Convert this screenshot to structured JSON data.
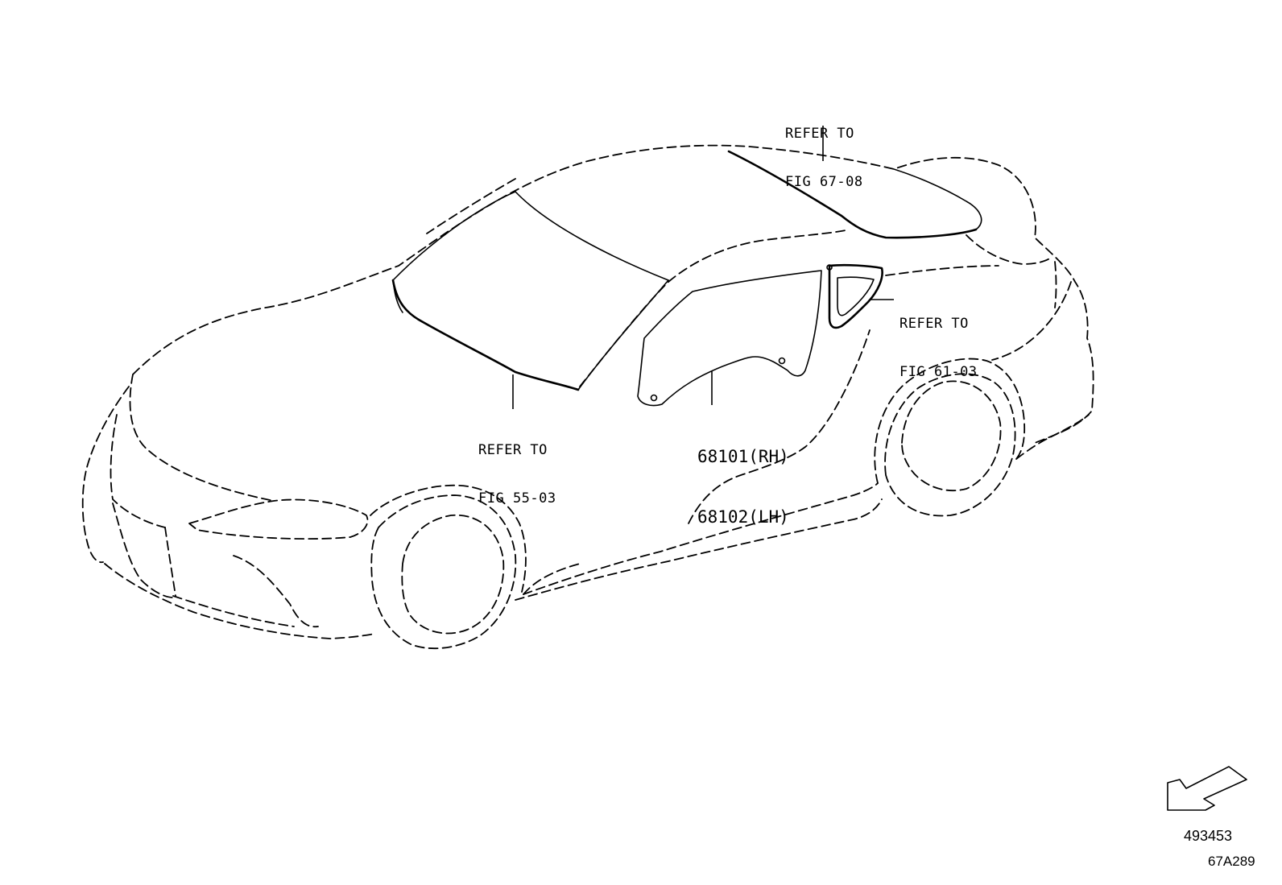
{
  "callouts": {
    "roof": {
      "line1": "REFER TO",
      "line2": "FIG 67-08"
    },
    "quarter": {
      "line1": "REFER TO",
      "line2": "FIG 61-03"
    },
    "windshield": {
      "line1": "REFER TO",
      "line2": "FIG 55-03"
    }
  },
  "part": {
    "rh": "68101(RH)",
    "lh": "68102(LH)"
  },
  "footer": {
    "illustration_number": "493453",
    "figure_code": "67A289"
  },
  "icons": {
    "orientation_arrow": "front-direction-arrow-icon"
  }
}
